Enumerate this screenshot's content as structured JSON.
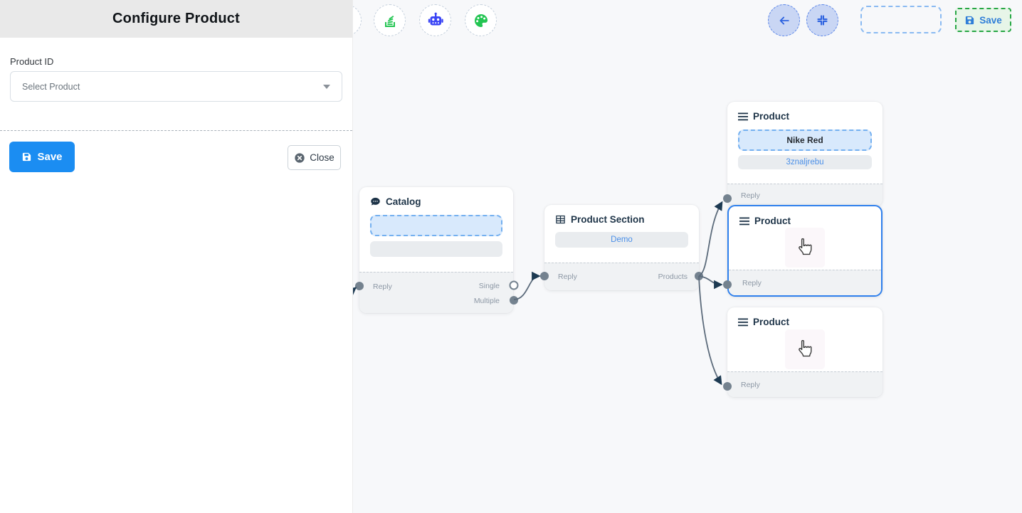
{
  "panel": {
    "title": "Configure Product",
    "product_id_label": "Product ID",
    "select_placeholder": "Select Product",
    "save_label": "Save",
    "close_label": "Close"
  },
  "topbar": {
    "save_label": "Save",
    "icon_names": [
      "stack-icon",
      "robot-icon",
      "palette-icon",
      "back-arrow-icon",
      "compress-icon"
    ]
  },
  "nodes": {
    "catalog": {
      "title": "Catalog",
      "reply_label": "Reply",
      "single_label": "Single",
      "multiple_label": "Multiple"
    },
    "product_section": {
      "title": "Product Section",
      "item": "Demo",
      "reply_label": "Reply",
      "products_label": "Products"
    },
    "product1": {
      "title": "Product",
      "item1": "Nike Red",
      "item2": "3znaljrebu",
      "reply_label": "Reply"
    },
    "product2": {
      "title": "Product",
      "reply_label": "Reply"
    },
    "product3": {
      "title": "Product",
      "reply_label": "Reply"
    }
  },
  "colors": {
    "panel_save_blue": "#1b8df2",
    "selected_node_border": "#2f80ed",
    "edge_stroke": "#5c6b7b",
    "arrowhead": "#1d3a52",
    "toolbar_green": "#23c552",
    "robot_blue": "#3b45f5",
    "top_save_border_green": "#28a745",
    "top_save_text_blue": "#2f7ed8",
    "link_text_blue": "#4a8fe8",
    "dashed_pill_border": "#74b0f0",
    "dashed_pill_bg": "#d8e9fc"
  }
}
